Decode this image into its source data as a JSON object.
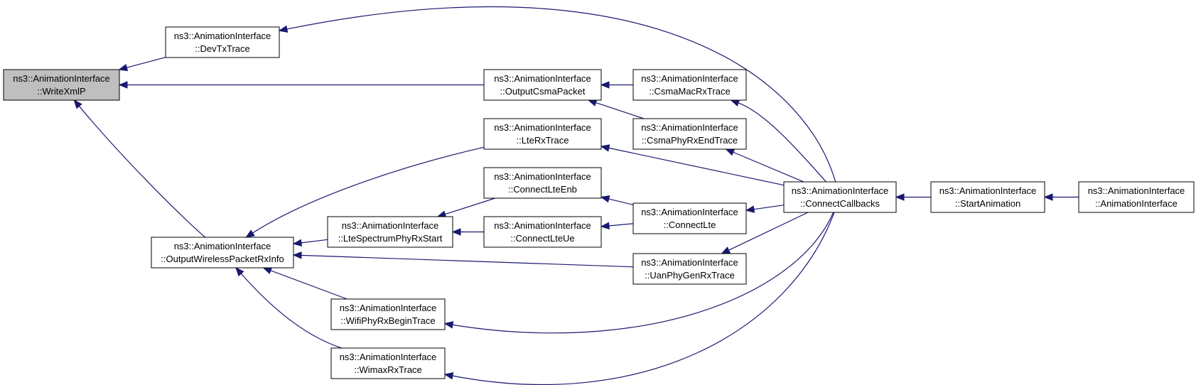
{
  "graph": {
    "title": "",
    "nodes": [
      {
        "id": "writexmlp",
        "line1": "ns3::AnimationInterface",
        "line2": "::WriteXmlP",
        "current": true
      },
      {
        "id": "devtxtrace",
        "line1": "ns3::AnimationInterface",
        "line2": "::DevTxTrace"
      },
      {
        "id": "outputcsmapacket",
        "line1": "ns3::AnimationInterface",
        "line2": "::OutputCsmaPacket"
      },
      {
        "id": "csmamacrxtrace",
        "line1": "ns3::AnimationInterface",
        "line2": "::CsmaMacRxTrace"
      },
      {
        "id": "csmaphyrxendtrace",
        "line1": "ns3::AnimationInterface",
        "line2": "::CsmaPhyRxEndTrace"
      },
      {
        "id": "ltexrxtrace",
        "line1": "ns3::AnimationInterface",
        "line2": "::LteRxTrace"
      },
      {
        "id": "connectlteenb",
        "line1": "ns3::AnimationInterface",
        "line2": "::ConnectLteEnb"
      },
      {
        "id": "ltespectrumphyrxstart",
        "line1": "ns3::AnimationInterface",
        "line2": "::LteSpectrumPhyRxStart"
      },
      {
        "id": "connectlteue",
        "line1": "ns3::AnimationInterface",
        "line2": "::ConnectLteUe"
      },
      {
        "id": "connectlte",
        "line1": "ns3::AnimationInterface",
        "line2": "::ConnectLte"
      },
      {
        "id": "outputwirelesspacketrxinfo",
        "line1": "ns3::AnimationInterface",
        "line2": "::OutputWirelessPacketRxInfo"
      },
      {
        "id": "uanphygenrxtrace",
        "line1": "ns3::AnimationInterface",
        "line2": "::UanPhyGenRxTrace"
      },
      {
        "id": "wifiphyrxbegintrace",
        "line1": "ns3::AnimationInterface",
        "line2": "::WifiPhyRxBeginTrace"
      },
      {
        "id": "wimaxrxtrace",
        "line1": "ns3::AnimationInterface",
        "line2": "::WimaxRxTrace"
      },
      {
        "id": "connectcallbacks",
        "line1": "ns3::AnimationInterface",
        "line2": "::ConnectCallbacks"
      },
      {
        "id": "startanimation",
        "line1": "ns3::AnimationInterface",
        "line2": "::StartAnimation"
      },
      {
        "id": "animationinterface",
        "line1": "ns3::AnimationInterface",
        "line2": "::AnimationInterface"
      }
    ],
    "edges": [
      {
        "from": "devtxtrace",
        "to": "writexmlp"
      },
      {
        "from": "outputcsmapacket",
        "to": "writexmlp"
      },
      {
        "from": "outputwirelesspacketrxinfo",
        "to": "writexmlp"
      },
      {
        "from": "connectcallbacks",
        "to": "devtxtrace"
      },
      {
        "from": "csmamacrxtrace",
        "to": "outputcsmapacket"
      },
      {
        "from": "csmaphyrxendtrace",
        "to": "outputcsmapacket"
      },
      {
        "from": "connectcallbacks",
        "to": "csmamacrxtrace"
      },
      {
        "from": "connectcallbacks",
        "to": "csmaphyrxendtrace"
      },
      {
        "from": "connectcallbacks",
        "to": "ltexrxtrace"
      },
      {
        "from": "ltexrxtrace",
        "to": "outputwirelesspacketrxinfo"
      },
      {
        "from": "ltespectrumphyrxstart",
        "to": "outputwirelesspacketrxinfo"
      },
      {
        "from": "uanphygenrxtrace",
        "to": "outputwirelesspacketrxinfo"
      },
      {
        "from": "wifiphyrxbegintrace",
        "to": "outputwirelesspacketrxinfo"
      },
      {
        "from": "wimaxrxtrace",
        "to": "outputwirelesspacketrxinfo"
      },
      {
        "from": "connectlteenb",
        "to": "ltespectrumphyrxstart"
      },
      {
        "from": "connectlteue",
        "to": "ltespectrumphyrxstart"
      },
      {
        "from": "connectlte",
        "to": "connectlteenb"
      },
      {
        "from": "connectlte",
        "to": "connectlteue"
      },
      {
        "from": "connectcallbacks",
        "to": "connectlte"
      },
      {
        "from": "connectcallbacks",
        "to": "uanphygenrxtrace"
      },
      {
        "from": "connectcallbacks",
        "to": "wifiphyrxbegintrace"
      },
      {
        "from": "connectcallbacks",
        "to": "wimaxrxtrace"
      },
      {
        "from": "startanimation",
        "to": "connectcallbacks"
      },
      {
        "from": "animationinterface",
        "to": "startanimation"
      }
    ]
  }
}
